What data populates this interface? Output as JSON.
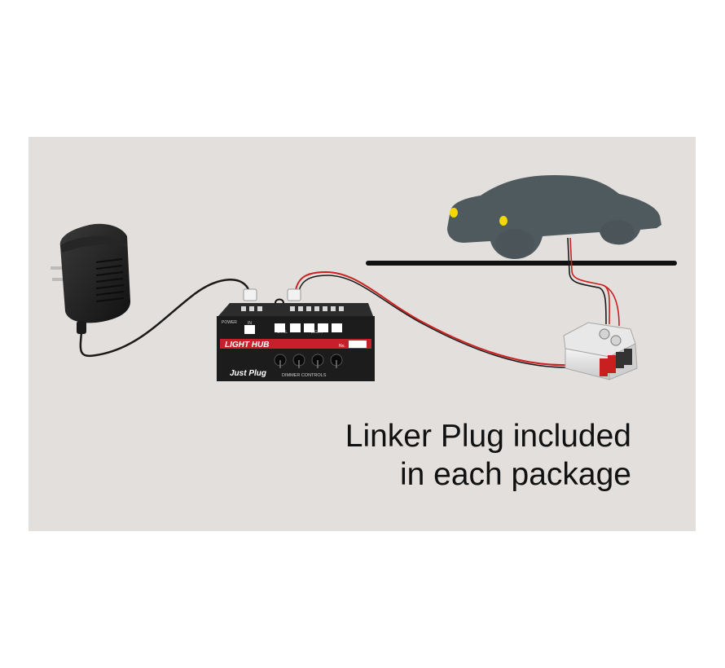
{
  "caption": {
    "line1": "Linker Plug included",
    "line2": "in each package"
  },
  "hub": {
    "name": "LIGHT HUB",
    "brand": "Just Plug",
    "power_label": "POWER",
    "in_label": "IN",
    "ctrl_label": "CTRL",
    "light_label": "LIGHT",
    "dimmer_label": "DIMMER CONTROLS",
    "no_label": "No."
  },
  "colors": {
    "panel_bg": "#e2dfdc",
    "car_silhouette": "#4f5a5f",
    "headlight": "#f5d800",
    "wire_red": "#cc1f1f",
    "wire_black": "#1a1a1a",
    "hub_red_strip": "#c8202a",
    "hub_body": "#1c1c1c"
  },
  "icons": {
    "adapter": "power-adapter-icon",
    "car": "car-silhouette-icon",
    "linker": "linker-plug-icon"
  }
}
